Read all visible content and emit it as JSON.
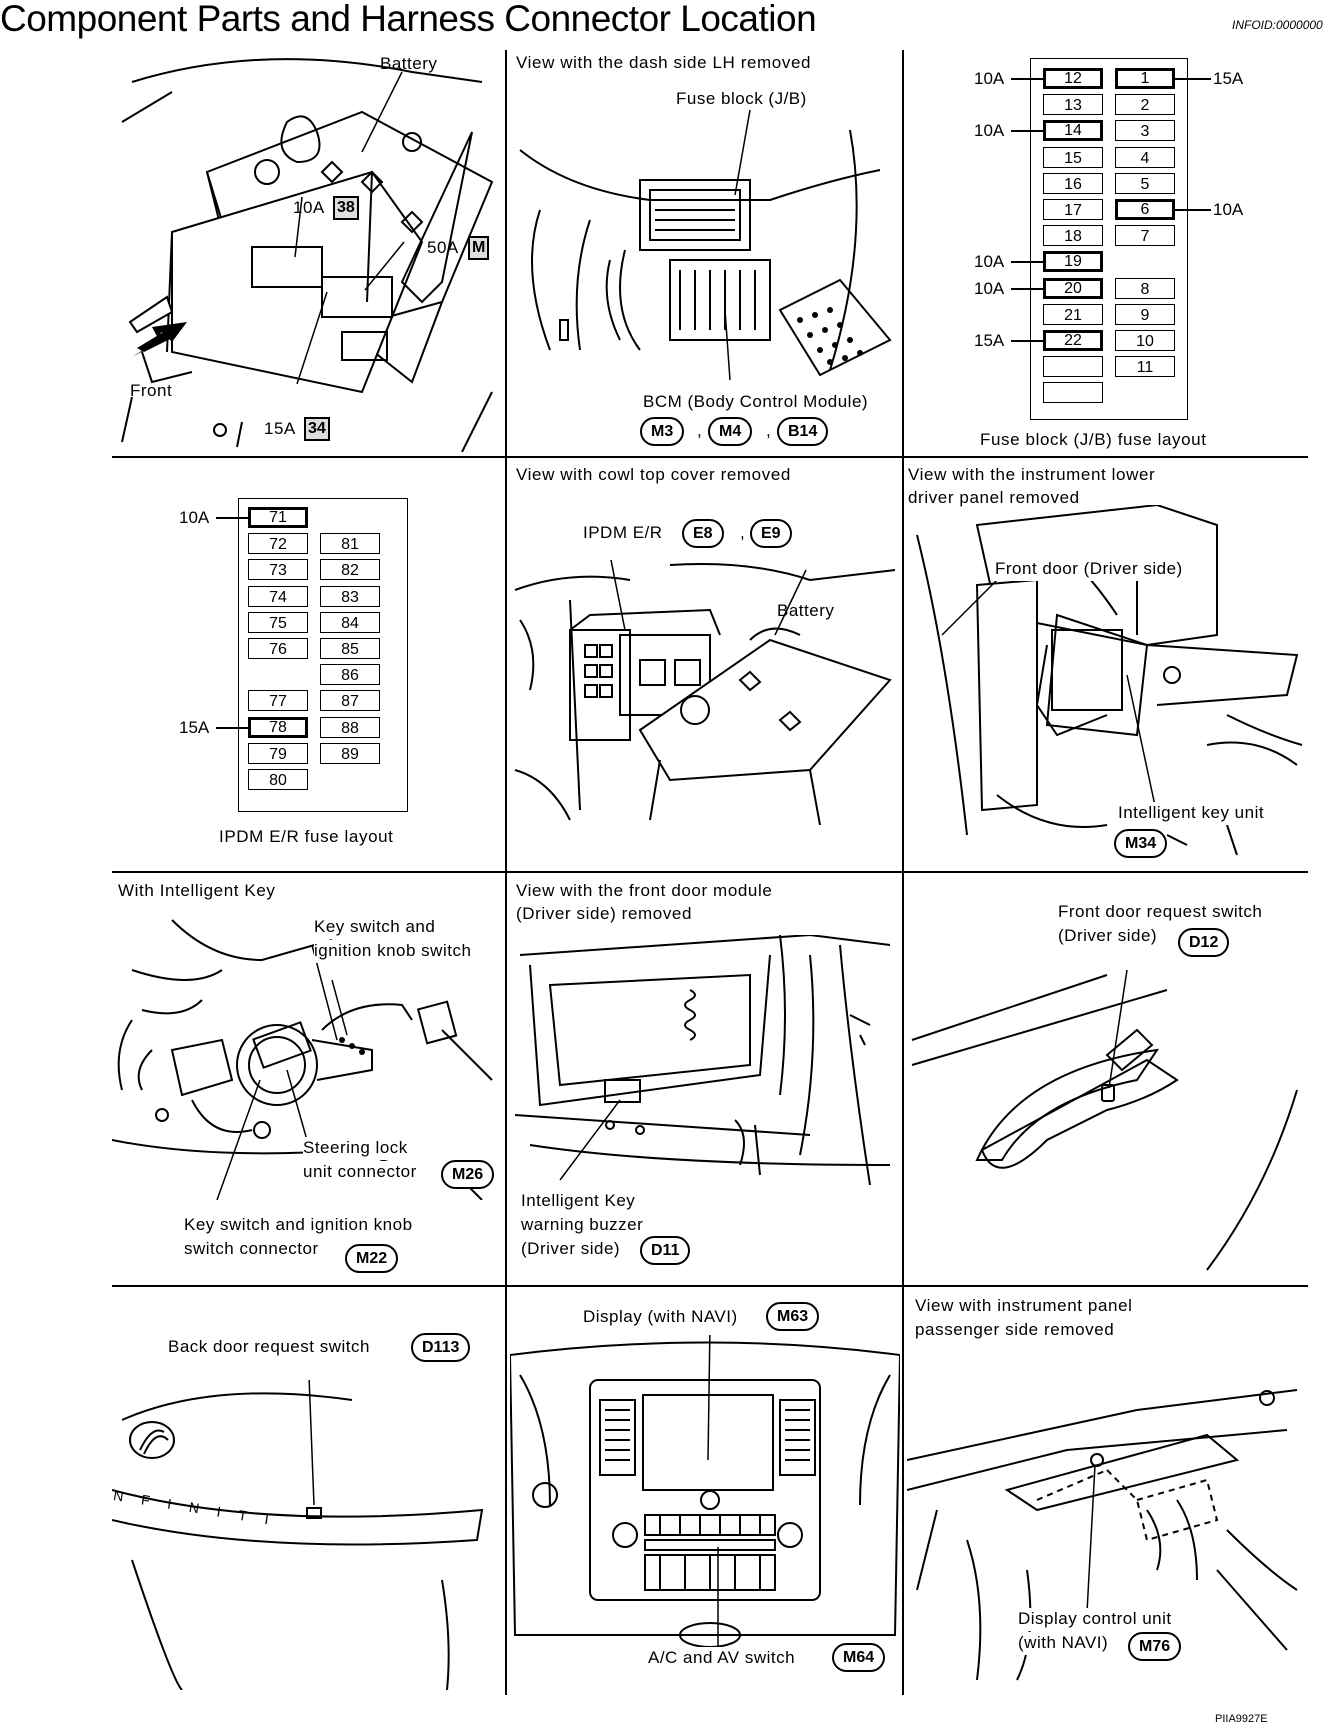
{
  "title": "Component Parts and Harness Connector Location",
  "info_id": "INFOID:0000000",
  "footer_code": "PIIA9927E",
  "panels": {
    "battery": {
      "battery_label": "Battery",
      "front_label": "Front",
      "fuse_10a": "10A",
      "fuse_10a_ref": "38",
      "fuse_50a": "50A",
      "fuse_50a_ref": "M",
      "fuse_15a": "15A",
      "fuse_15a_ref": "34"
    },
    "dash": {
      "caption": "View with the dash side LH removed",
      "fuse_block_label": "Fuse block (J/B)",
      "bcm_label": "BCM (Body Control Module)",
      "connectors": [
        "M3",
        "M4",
        "B14"
      ],
      "separator": ","
    },
    "jb_fuse_layout": {
      "caption": "Fuse block (J/B) fuse layout",
      "left_column": [
        {
          "num": "12",
          "amp": "10A",
          "highlight": true
        },
        {
          "num": "13",
          "amp": "",
          "highlight": false
        },
        {
          "num": "14",
          "amp": "10A",
          "highlight": true
        },
        {
          "num": "15",
          "amp": "",
          "highlight": false
        },
        {
          "num": "16",
          "amp": "",
          "highlight": false
        },
        {
          "num": "17",
          "amp": "",
          "highlight": false
        },
        {
          "num": "18",
          "amp": "",
          "highlight": false
        },
        {
          "num": "19",
          "amp": "10A",
          "highlight": true
        },
        {
          "num": "20",
          "amp": "10A",
          "highlight": true
        },
        {
          "num": "21",
          "amp": "",
          "highlight": false
        },
        {
          "num": "22",
          "amp": "15A",
          "highlight": true
        },
        {
          "num": "",
          "amp": "",
          "highlight": false
        },
        {
          "num": "",
          "amp": "",
          "highlight": false
        }
      ],
      "right_column": [
        {
          "num": "1",
          "amp": "15A",
          "highlight": true
        },
        {
          "num": "2",
          "amp": "",
          "highlight": false
        },
        {
          "num": "3",
          "amp": "",
          "highlight": false
        },
        {
          "num": "4",
          "amp": "",
          "highlight": false
        },
        {
          "num": "5",
          "amp": "",
          "highlight": false
        },
        {
          "num": "6",
          "amp": "10A",
          "highlight": true
        },
        {
          "num": "7",
          "amp": "",
          "highlight": false
        },
        {
          "num": "",
          "amp": "",
          "highlight": false,
          "empty_slot": true
        },
        {
          "num": "8",
          "amp": "",
          "highlight": false
        },
        {
          "num": "9",
          "amp": "",
          "highlight": false
        },
        {
          "num": "10",
          "amp": "",
          "highlight": false
        },
        {
          "num": "11",
          "amp": "",
          "highlight": false
        }
      ]
    },
    "ipdm_fuse_layout": {
      "caption": "IPDM E/R fuse layout",
      "left_column": [
        {
          "num": "71",
          "amp": "10A",
          "highlight": true
        },
        {
          "num": "72",
          "amp": "",
          "highlight": false
        },
        {
          "num": "73",
          "amp": "",
          "highlight": false
        },
        {
          "num": "74",
          "amp": "",
          "highlight": false
        },
        {
          "num": "75",
          "amp": "",
          "highlight": false
        },
        {
          "num": "76",
          "amp": "",
          "highlight": false
        },
        {
          "num": "",
          "amp": "",
          "highlight": false,
          "empty_slot": true
        },
        {
          "num": "77",
          "amp": "",
          "highlight": false
        },
        {
          "num": "78",
          "amp": "15A",
          "highlight": true
        },
        {
          "num": "79",
          "amp": "",
          "highlight": false
        },
        {
          "num": "80",
          "amp": "",
          "highlight": false
        }
      ],
      "right_column": [
        "81",
        "82",
        "83",
        "84",
        "85",
        "86",
        "87",
        "88",
        "89"
      ]
    },
    "cowl": {
      "caption": "View with cowl top cover removed",
      "ipdm_label": "IPDM E/R",
      "connectors": [
        "E8",
        "E9"
      ],
      "separator": ",",
      "battery_label": "Battery"
    },
    "lower_driver": {
      "caption_line1": "View with the instrument lower",
      "caption_line2": "driver panel removed",
      "front_door_label": "Front door (Driver side)",
      "key_unit_label": "Intelligent key unit",
      "connector": "M34"
    },
    "intelligent_key": {
      "caption": "With Intelligent Key",
      "key_switch_line1": "Key switch and",
      "key_switch_line2": "ignition knob switch",
      "steering_lock_line1": "Steering lock",
      "steering_lock_line2": "unit connector",
      "steering_lock_connector": "M26",
      "key_switch_conn_line1": "Key switch and ignition knob",
      "key_switch_conn_line2": "switch connector",
      "key_switch_connector": "M22"
    },
    "front_door_module": {
      "caption_line1": "View with the front door module",
      "caption_line2": "(Driver side) removed",
      "buzzer_line1": "Intelligent Key",
      "buzzer_line2": "warning buzzer",
      "buzzer_line3": "(Driver side)",
      "connector": "D11"
    },
    "front_door_request": {
      "label_line1": "Front door request switch",
      "label_line2": "(Driver side)",
      "connector": "D12"
    },
    "back_door": {
      "label": "Back door request switch",
      "connector": "D113",
      "badge_letters": "NFINITI"
    },
    "display": {
      "display_label": "Display (with NAVI)",
      "display_connector": "M63",
      "switch_label": "A/C and AV switch",
      "switch_connector": "M64"
    },
    "passenger": {
      "caption_line1": "View with instrument panel",
      "caption_line2": "passenger side removed",
      "unit_line1": "Display control unit",
      "unit_line2": "(with NAVI)",
      "connector": "M76"
    }
  }
}
